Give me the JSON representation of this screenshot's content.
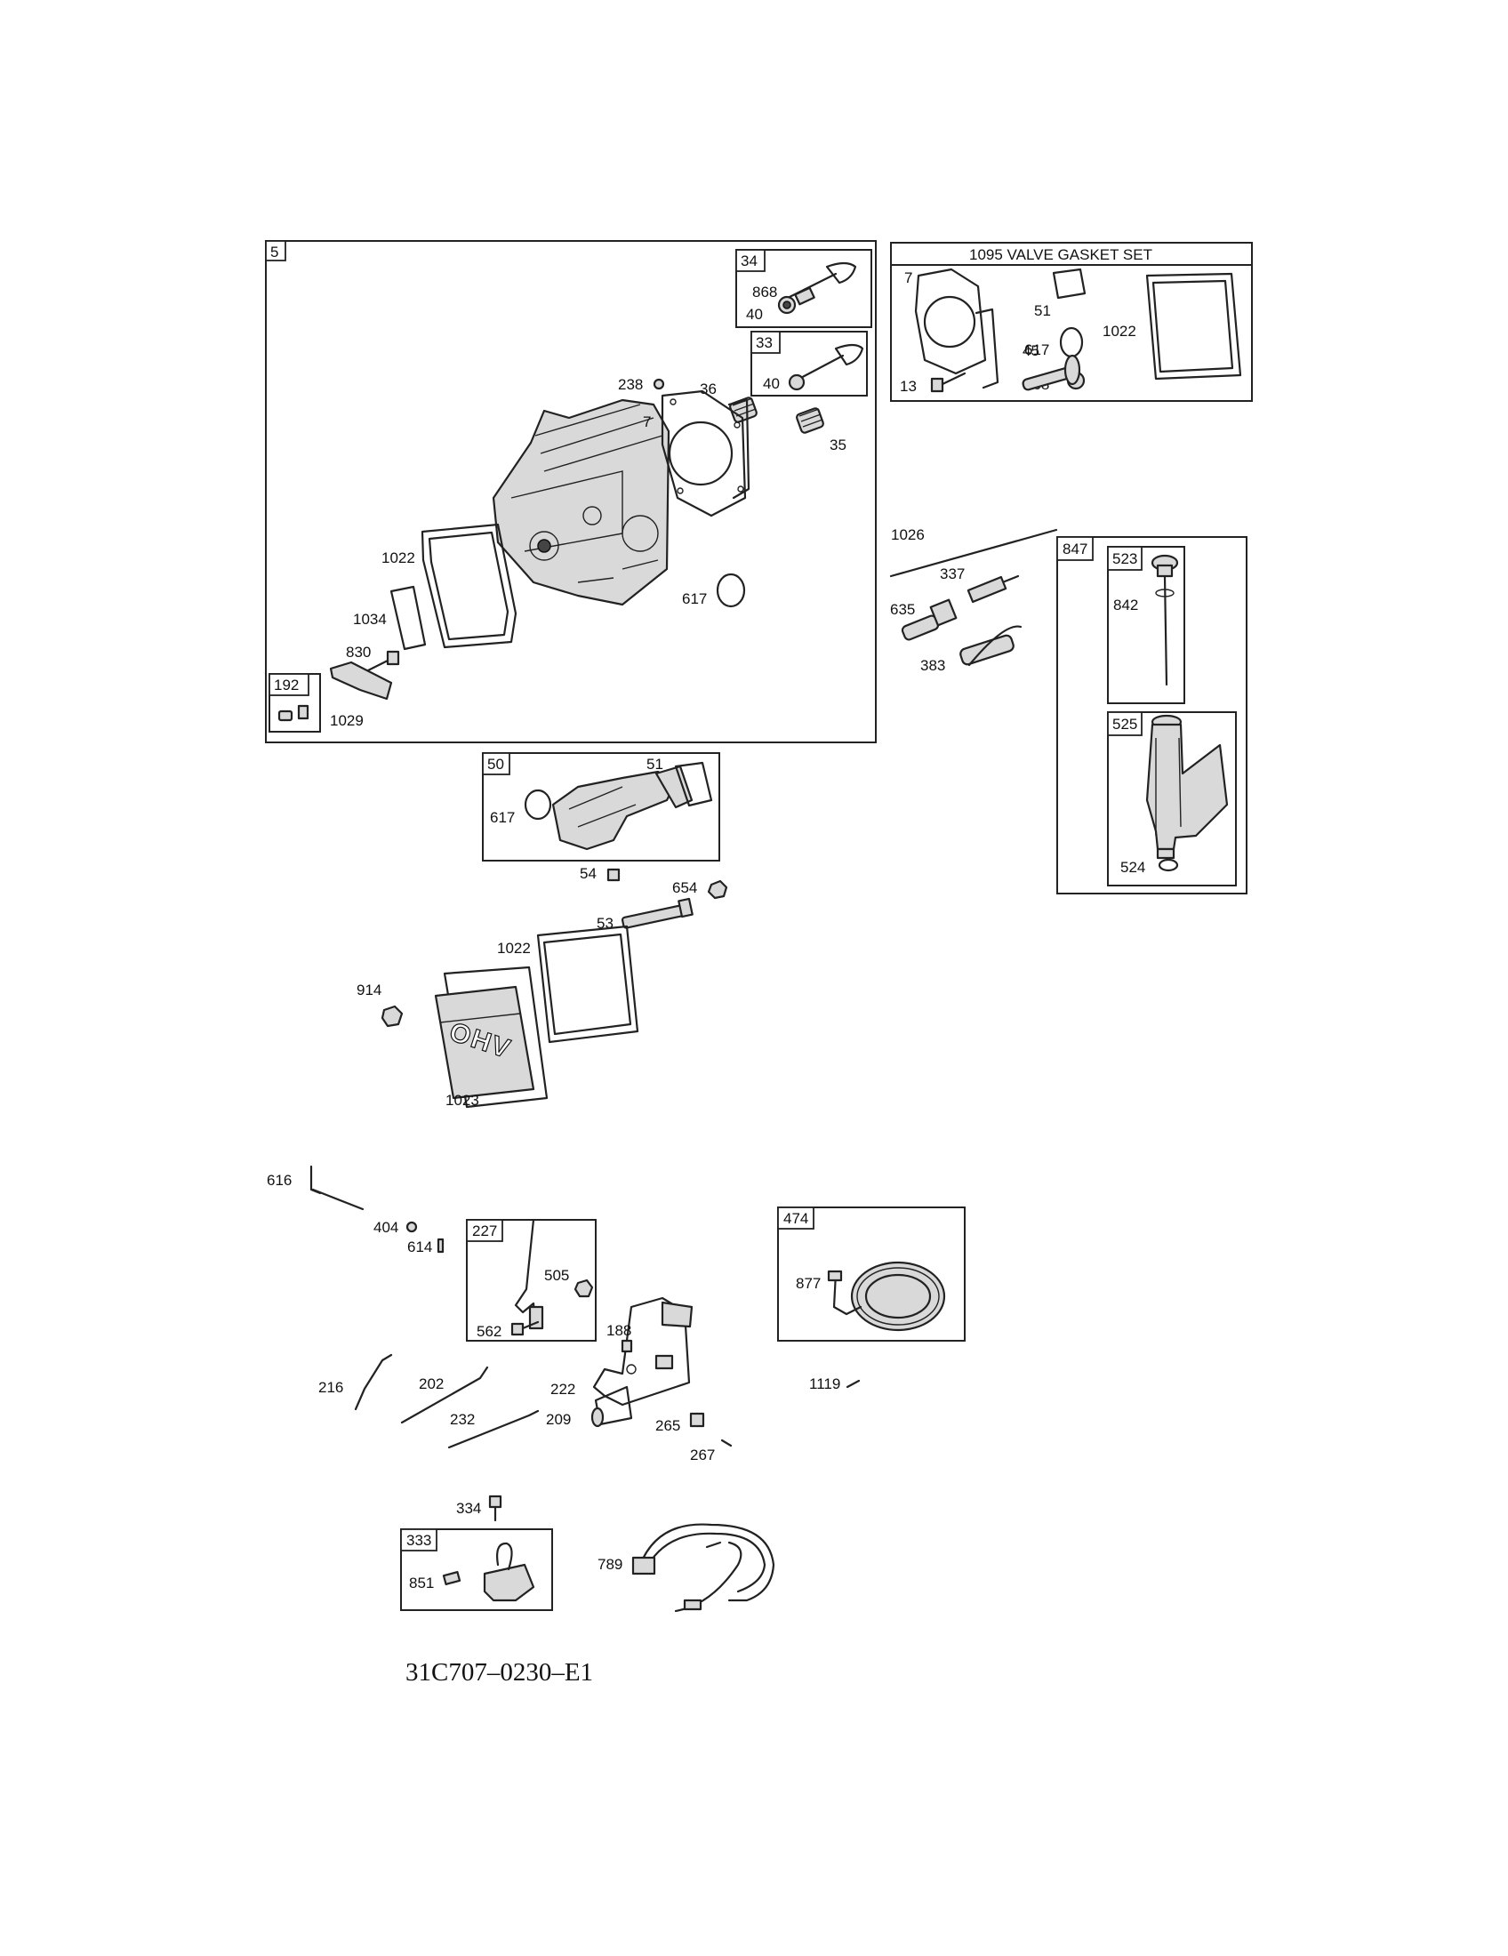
{
  "groups": {
    "cylinder_head": "5",
    "exhaust_valve": "34",
    "intake_valve": "33",
    "valve_gasket_set": "1095 VALVE GASKET SET",
    "breather": "192",
    "intake_manifold": "50",
    "oil_fill": "847",
    "dipstick": "523",
    "oil_fill_tube": "525",
    "governor_lever": "227",
    "alternator": "474",
    "ignition_armature": "333"
  },
  "labels": {
    "p868a": "868",
    "p40a": "40",
    "p40b": "40",
    "p238": "238",
    "p36": "36",
    "p35": "35",
    "p7a": "7",
    "p1022a": "1022",
    "p617a": "617",
    "p1034": "1034",
    "p830": "830",
    "p1029": "1029",
    "g7": "7",
    "g51": "51",
    "g617": "617",
    "g1022": "1022",
    "g868": "868",
    "p13": "13",
    "p45": "45",
    "p1026": "1026",
    "p337": "337",
    "p635": "635",
    "p383": "383",
    "p842": "842",
    "p524": "524",
    "m617": "617",
    "m51": "51",
    "p54": "54",
    "p654": "654",
    "p53": "53",
    "p1022b": "1022",
    "p914": "914",
    "p1023": "1023",
    "p616": "616",
    "p404": "404",
    "p614": "614",
    "p505": "505",
    "p562": "562",
    "p188": "188",
    "p216": "216",
    "p202": "202",
    "p222": "222",
    "p232": "232",
    "p209": "209",
    "p265": "265",
    "p267": "267",
    "p877": "877",
    "p1119": "1119",
    "p334": "334",
    "p851": "851",
    "p789": "789"
  },
  "valve_cover_text": "OHV",
  "drawing_code": "31C707–0230–E1"
}
